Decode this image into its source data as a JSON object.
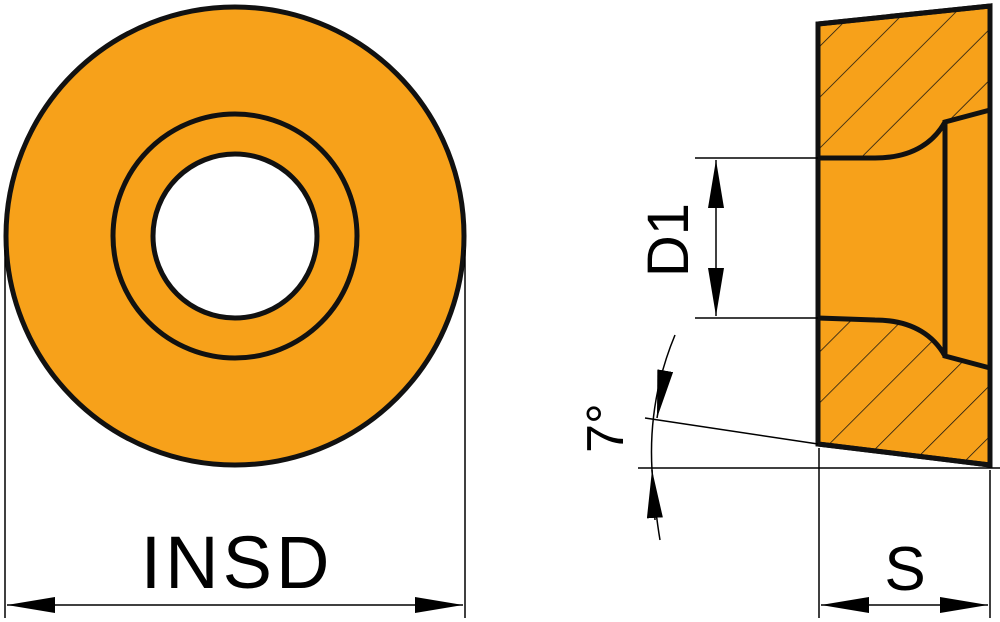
{
  "labels": {
    "outer_diameter": "INSD",
    "hole_diameter": "D1",
    "angle": "7°",
    "thickness": "S"
  },
  "colors": {
    "insert_fill": "#F7A11A",
    "outline": "#111111"
  }
}
